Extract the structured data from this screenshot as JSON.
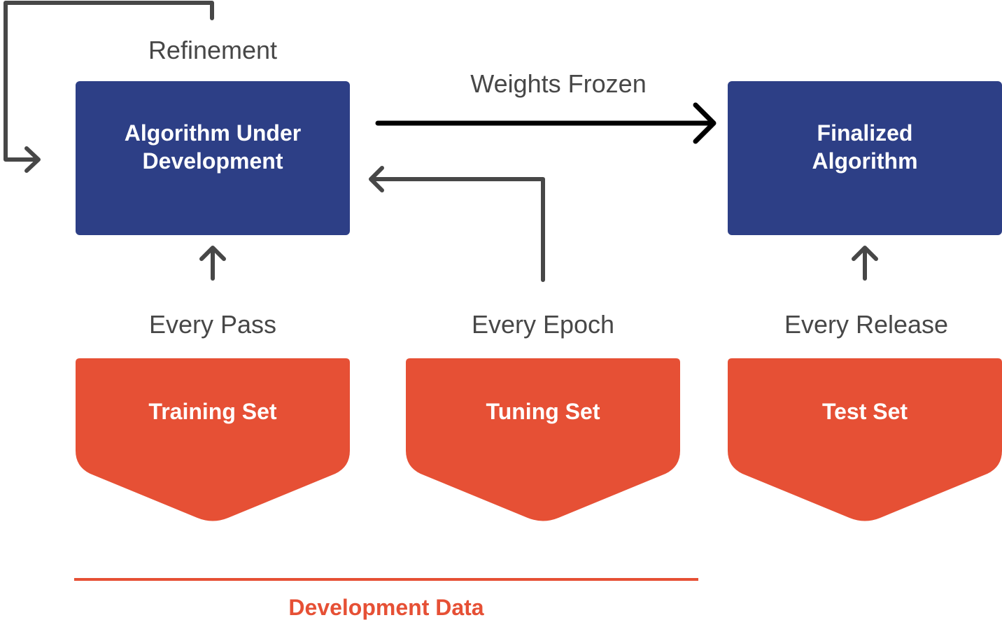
{
  "labels": {
    "refinement": "Refinement",
    "weights_frozen": "Weights Frozen",
    "every_pass": "Every Pass",
    "every_epoch": "Every Epoch",
    "every_release": "Every Release"
  },
  "boxes": {
    "algorithm_under_development": [
      "Algorithm Under",
      "Development"
    ],
    "finalized_algorithm": [
      "Finalized",
      "Algorithm"
    ]
  },
  "datasets": {
    "training": "Training Set",
    "tuning": "Tuning Set",
    "test": "Test Set"
  },
  "development_data": "Development Data",
  "colors": {
    "box_blue": "#2d3f86",
    "dataset_red": "#e65035",
    "arrow_gray": "#474747",
    "arrow_black": "#000000"
  }
}
